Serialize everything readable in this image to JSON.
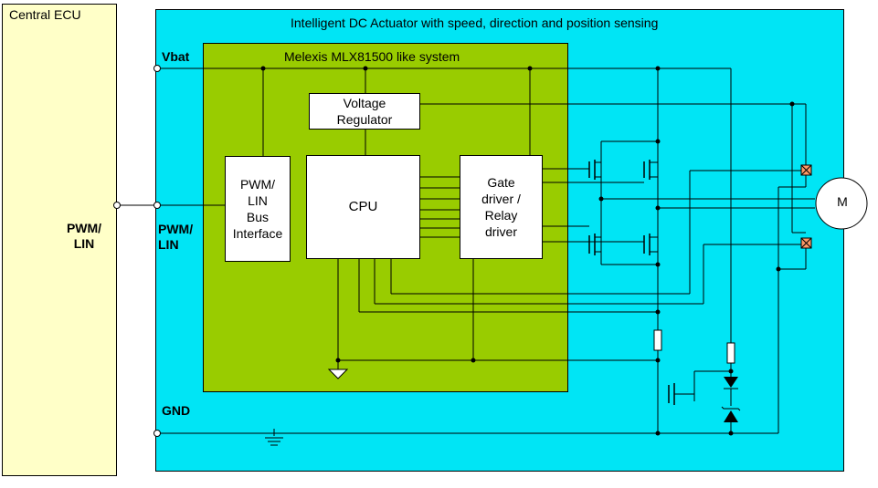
{
  "central_ecu": {
    "title": "Central ECU",
    "pin_label_line1": "PWM/",
    "pin_label_line2": "LIN"
  },
  "actuator": {
    "title": "Intelligent DC Actuator with speed, direction and position sensing",
    "vbat_label": "Vbat",
    "gnd_label": "GND",
    "pwm_label_line1": "PWM/",
    "pwm_label_line2": "LIN"
  },
  "melexis": {
    "title": "Melexis MLX81500 like system",
    "voltage_regulator": [
      "Voltage",
      "Regulator"
    ],
    "bus_interface": [
      "PWM/",
      "LIN",
      "Bus",
      "Interface"
    ],
    "cpu": "CPU",
    "gate_driver": [
      "Gate",
      "driver /",
      "Relay",
      "driver"
    ]
  },
  "motor": {
    "label": "M"
  },
  "colors": {
    "ecu_fill": "#ffffc8",
    "actuator_fill": "#00e5f5",
    "melexis_fill": "#99cc00",
    "block_fill": "#ffffff",
    "hall_sensor_fill": "#ff9966"
  }
}
